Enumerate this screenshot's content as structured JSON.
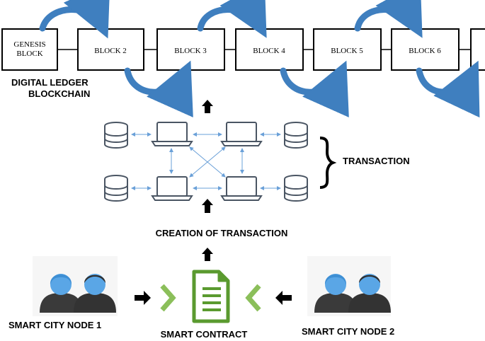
{
  "chain": {
    "blocks": [
      "GENESIS\nBLOCK",
      "BLOCK 2",
      "BLOCK 3",
      "BLOCK 4",
      "BLOCK 5",
      "BLOCK 6"
    ],
    "caption_line1": "DIGITAL LEDGER",
    "caption_line2": "BLOCKCHAIN"
  },
  "network": {
    "transaction_label": "TRANSACTION",
    "creation_label": "CREATION OF TRANSACTION"
  },
  "contract": {
    "node1_label": "SMART CITY NODE 1",
    "node2_label": "SMART CITY NODE 2",
    "contract_label": "SMART CONTRACT"
  },
  "colors": {
    "arrow_blue": "#3f7fbf",
    "link_blue": "#6aa0d8",
    "user_blue": "#5aa6e6",
    "user_dark": "#3a3a3a",
    "contract_green": "#5a9a2f",
    "chevron_green": "#8bbf5a"
  }
}
